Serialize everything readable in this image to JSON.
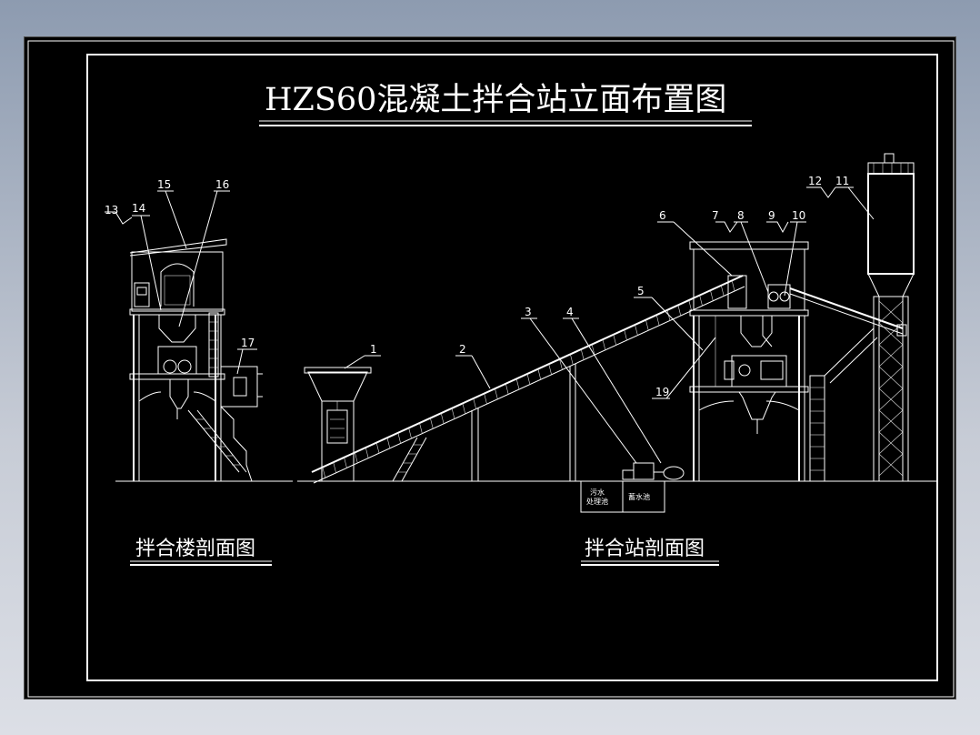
{
  "drawing": {
    "title": "HZS60混凝土拌合站立面布置图",
    "left_view_caption": "拌合楼剖面图",
    "right_view_caption": "拌合站剖面图",
    "callouts": [
      "1",
      "2",
      "3",
      "4",
      "5",
      "6",
      "7",
      "8",
      "9",
      "10",
      "11",
      "12",
      "13",
      "14",
      "15",
      "16",
      "17",
      "19"
    ],
    "pond_labels": {
      "sewage_line1": "污水",
      "sewage_line2": "处理池",
      "water": "蓄水池"
    }
  },
  "colors": {
    "background": "#000000",
    "lines": "#ffffff",
    "window_backdrop": "#9aa6b8"
  }
}
